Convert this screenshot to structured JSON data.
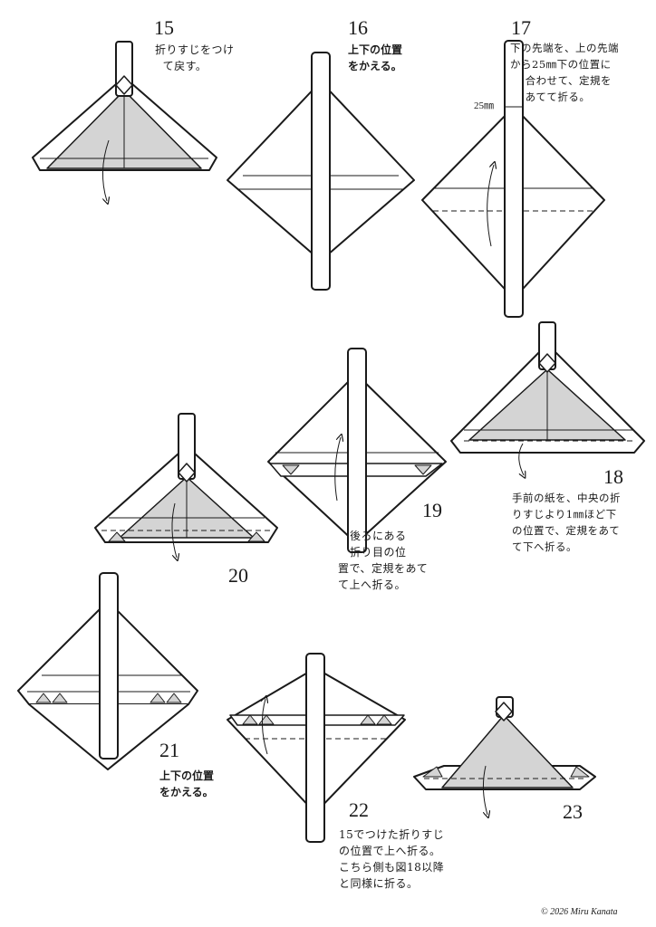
{
  "steps": [
    {
      "number": "15",
      "text": "折りすじをつけ\n  て戻す。"
    },
    {
      "number": "16",
      "text": "上下の位置\nをかえる。"
    },
    {
      "number": "17",
      "text": "下の先端を、上の先端\nから25㎜下の位置に\n    合わせて、定規を\n    あてて折る。",
      "dimension": "25㎜"
    },
    {
      "number": "18",
      "text": "手前の紙を、中央の折\nりすじより1㎜ほど下\nの位置で、定規をあて\nて下へ折る。"
    },
    {
      "number": "19",
      "text": "   後ろにある\n   折り目の位\n置で、定規をあて\nて上へ折る。"
    },
    {
      "number": "20"
    },
    {
      "number": "21",
      "text": "上下の位置\nをかえる。"
    },
    {
      "number": "22",
      "text": "15でつけた折りすじ\nの位置で上へ折る。\nこちら側も図18以降\nと同様に折る。"
    },
    {
      "number": "23"
    }
  ],
  "copyright": "© 2026 Miru Kanata",
  "colors": {
    "line": "#1a1a1a",
    "fill_gray": "#d4d4d4",
    "paper": "#ffffff"
  }
}
